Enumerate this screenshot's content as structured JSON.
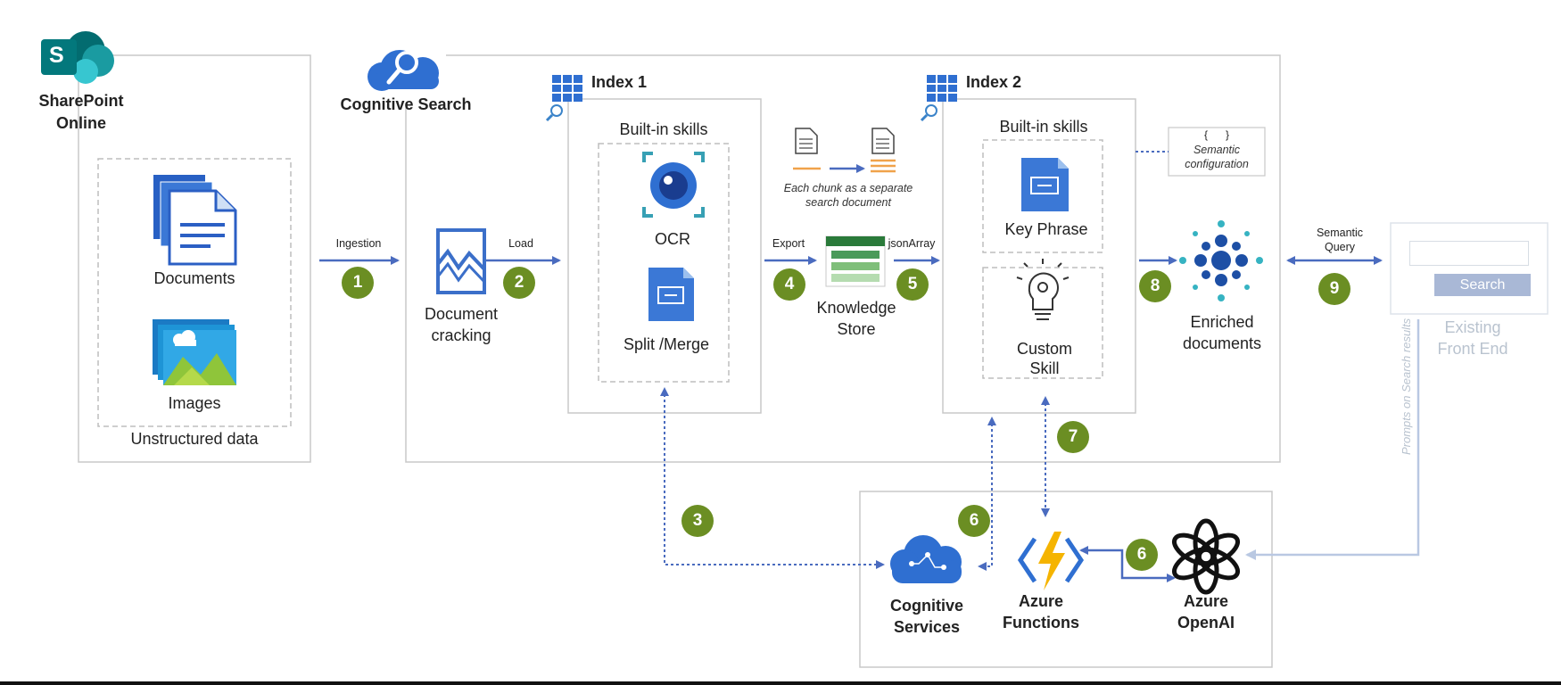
{
  "sharepoint": {
    "title_line1": "SharePoint",
    "title_line2": "Online",
    "logo_letter": "S"
  },
  "cognitive_search": {
    "title": "Cognitive Search"
  },
  "unstructured": {
    "documents": "Documents",
    "images": "Images",
    "caption": "Unstructured data"
  },
  "document_cracking": {
    "line1": "Document",
    "line2": "cracking"
  },
  "index1": {
    "title": "Index 1",
    "skills_title": "Built-in skills",
    "ocr": "OCR",
    "split_merge": "Split /Merge"
  },
  "index2": {
    "title": "Index 2",
    "skills_title": "Built-in skills",
    "key_phrase": "Key Phrase",
    "custom_line1": "Custom",
    "custom_line2": "Skill"
  },
  "chunk_note": {
    "line1": "Each chunk as a separate",
    "line2": "search document"
  },
  "knowledge_store": {
    "line1": "Knowledge",
    "line2": "Store"
  },
  "semantic_config": {
    "braces": "{      }",
    "line1": "Semantic",
    "line2": "configuration"
  },
  "enriched": {
    "line1": "Enriched",
    "line2": "documents"
  },
  "front_end": {
    "search_button": "Search",
    "line1": "Existing",
    "line2": "Front End"
  },
  "arrow_labels": {
    "ingestion": "Ingestion",
    "load": "Load",
    "export": "Export",
    "json_array": "jsonArray",
    "semantic_query_1": "Semantic",
    "semantic_query_2": "Query",
    "prompts": "Prompts on Search results"
  },
  "services": {
    "cognitive_1": "Cognitive",
    "cognitive_2": "Services",
    "functions_1": "Azure",
    "functions_2": "Functions",
    "openai_1": "Azure",
    "openai_2": "OpenAI"
  },
  "steps": {
    "s1": "1",
    "s2": "2",
    "s3": "3",
    "s4": "4",
    "s5": "5",
    "s6a": "6",
    "s6b": "6",
    "s7": "7",
    "s8": "8",
    "s9": "9"
  },
  "colors": {
    "accent_blue": "#4a6bbf",
    "step_green": "#6b8e23",
    "box_border": "#c8c8c8",
    "faded": "#b9c3cf"
  }
}
